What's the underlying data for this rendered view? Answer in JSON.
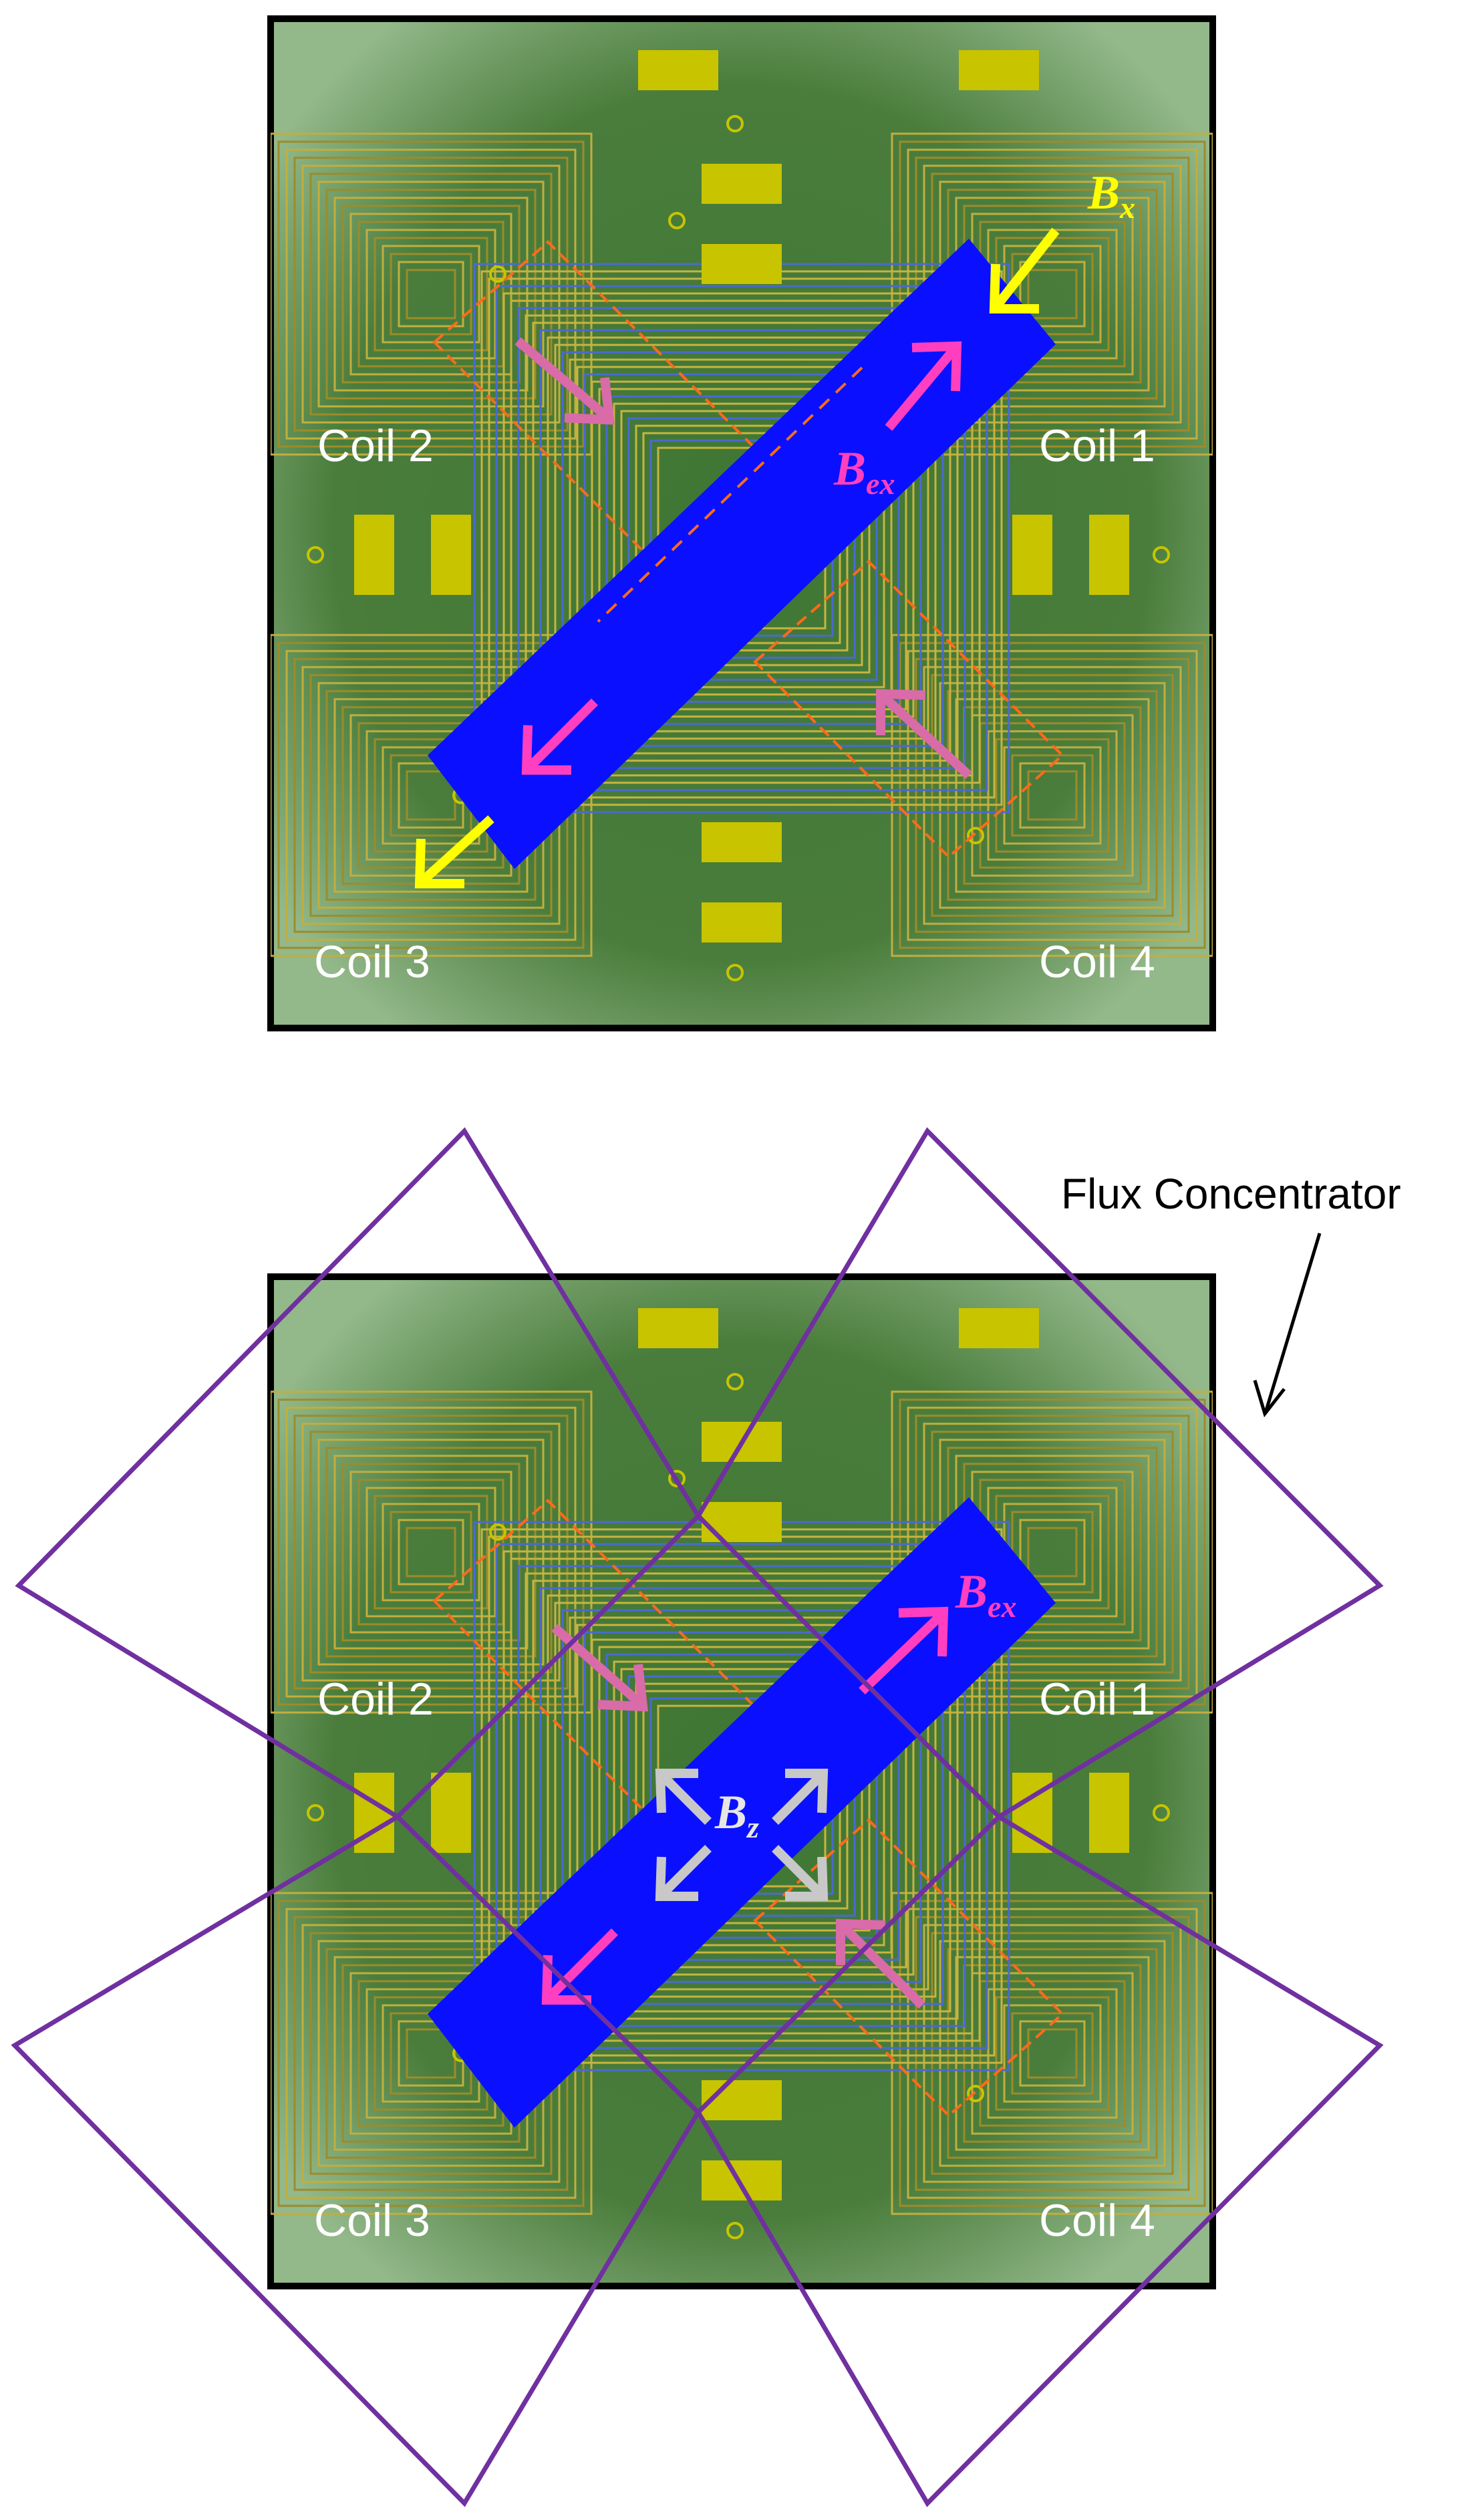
{
  "colors": {
    "chip_bg": "#4a7d3c",
    "chip_edge_glow": "#8fb184",
    "coil_trace": "#b8a436",
    "pad": "#c8c400",
    "magnet": "#0a10ff",
    "pink_arrow": "#ff3fbf",
    "yellow_arrow": "#ffff00",
    "gray_arrow": "#c8c8c8",
    "concentrator": "#7030a0",
    "dashed": "#ff6a1a"
  },
  "top_panel": {
    "coil_labels": {
      "coil1": "Coil 1",
      "coil2": "Coil 2",
      "coil3": "Coil 3",
      "coil4": "Coil 4"
    },
    "bx_symbol": "B",
    "bx_subscript": "x",
    "bex_symbol": "B",
    "bex_subscript": "ex"
  },
  "bottom_panel": {
    "coil_labels": {
      "coil1": "Coil 1",
      "coil2": "Coil 2",
      "coil3": "Coil 3",
      "coil4": "Coil 4"
    },
    "bex_symbol": "B",
    "bex_subscript": "ex",
    "bz_symbol": "B",
    "bz_subscript": "z",
    "concentrator_label": "Flux Concentrator"
  },
  "icons": [
    "arrow-icon",
    "pad-icon",
    "via-icon"
  ]
}
